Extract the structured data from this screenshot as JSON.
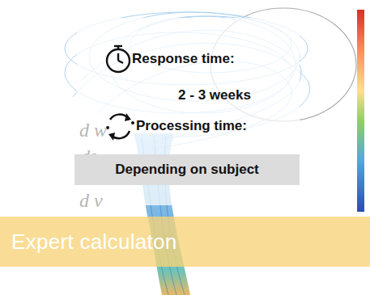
{
  "diagram": {
    "nodes": [
      {
        "text": [
          "Depending on subject"
        ]
      },
      {
        "text": [
          "Expert calculaton"
        ]
      }
    ],
    "labels": [
      "Response time:",
      "2 - 3 weeks",
      "Processing time:",
      "d w",
      "ds",
      "d v"
    ]
  }
}
